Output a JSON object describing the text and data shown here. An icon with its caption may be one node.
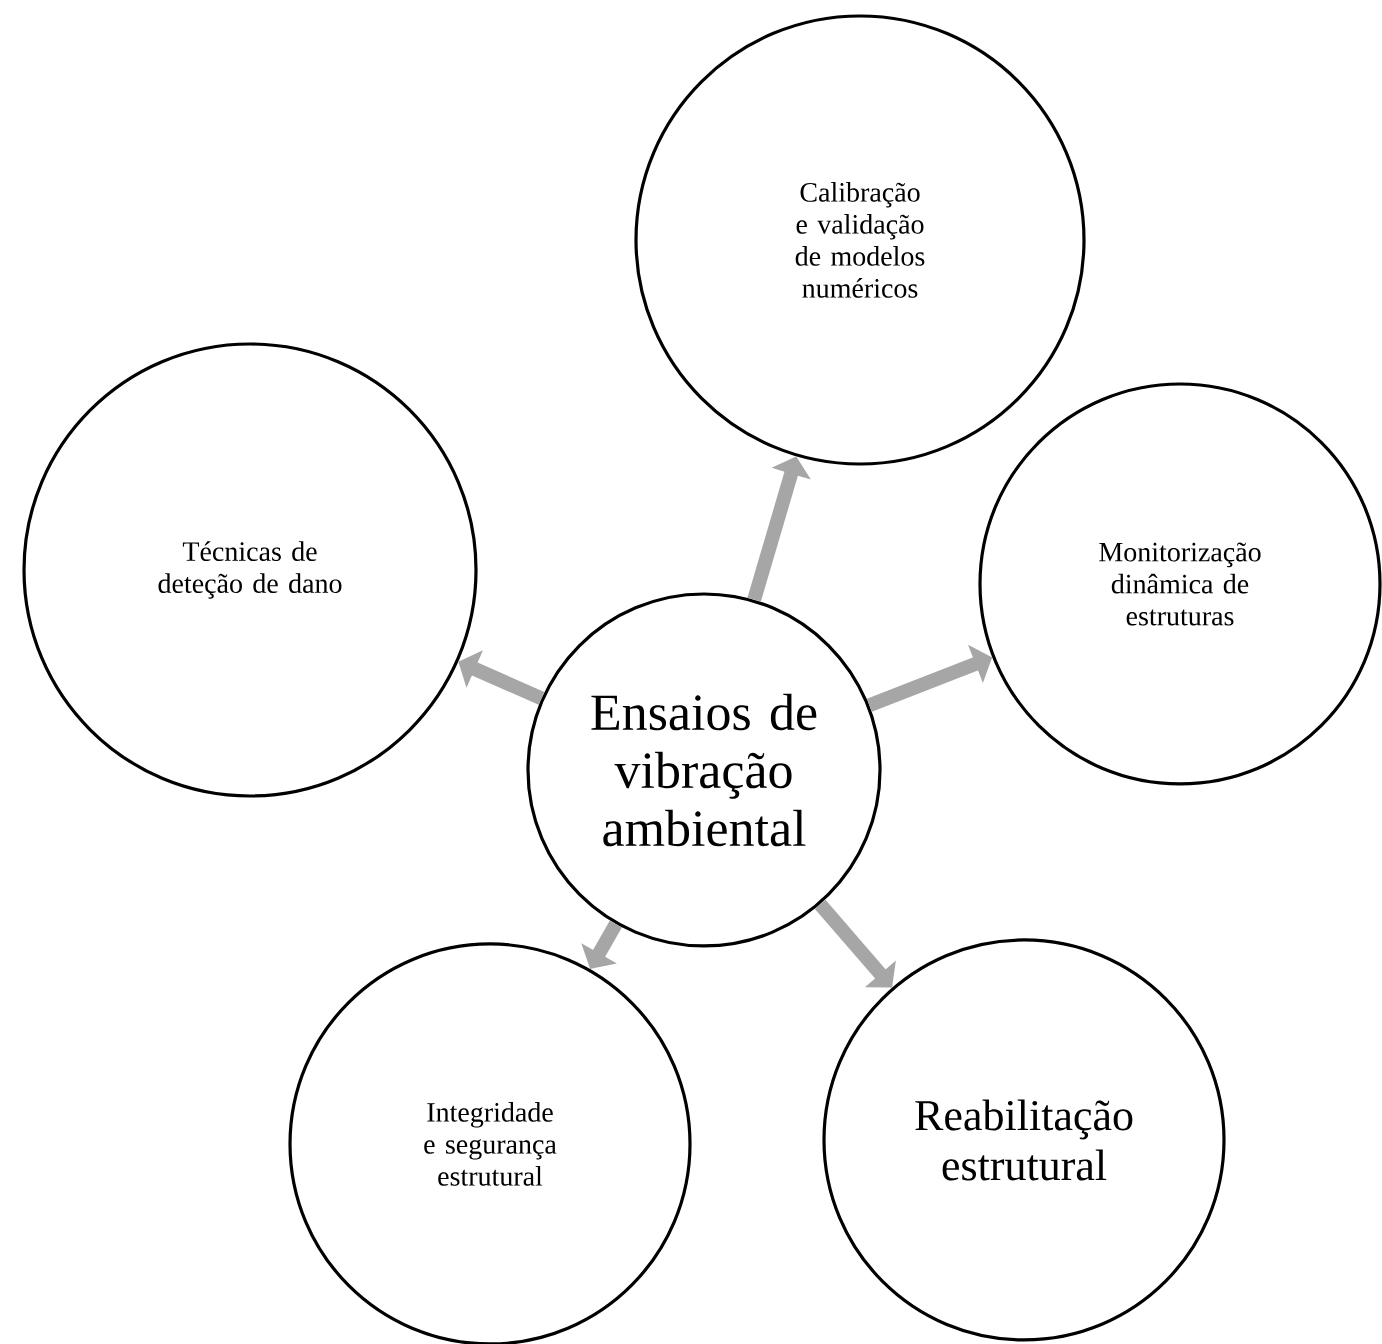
{
  "diagram": {
    "nodes": [
      {
        "text": [
          "Calibração e validação de modelos numéricos"
        ]
      },
      {
        "text": [
          "Técnicas de deteção de dano"
        ]
      },
      {
        "text": [
          "Ensaios de vibração ambiental"
        ]
      },
      {
        "text": [
          "Monitorização dinâmica de estruturas"
        ]
      },
      {
        "text": [
          "Integridade e segurança estrutural"
        ]
      },
      {
        "text": [
          "Reabilitação estrutural"
        ]
      }
    ],
    "edges": [
      {
        "from": 2,
        "to": 0,
        "arrow": "to"
      },
      {
        "from": 2,
        "to": 1,
        "arrow": "to"
      },
      {
        "from": 2,
        "to": 3,
        "arrow": "to"
      },
      {
        "from": 2,
        "to": 4,
        "arrow": "to"
      },
      {
        "from": 2,
        "to": 5,
        "arrow": "to"
      }
    ]
  }
}
